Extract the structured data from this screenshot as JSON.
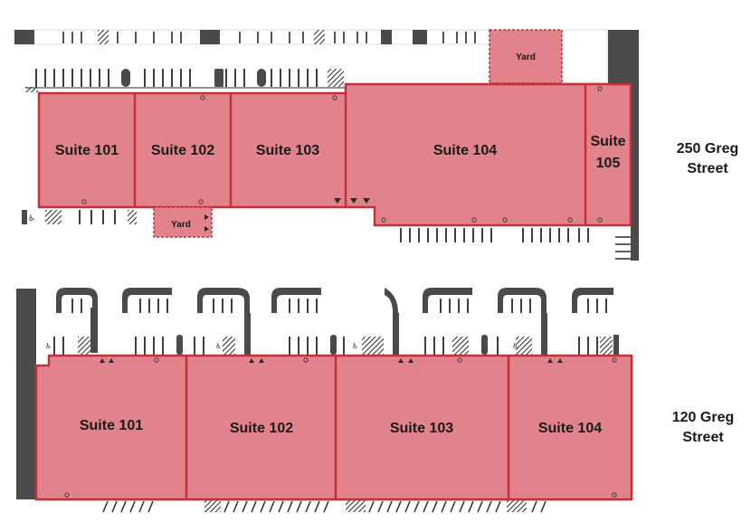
{
  "colors": {
    "suite_fill": "#e2828b",
    "wall": "#c3303c",
    "pavement": "#4a4a4a",
    "stripe": "#2a2a2a"
  },
  "building_250": {
    "name_line1": "250 Greg",
    "name_line2": "Street",
    "suites": [
      {
        "label": "Suite 101"
      },
      {
        "label": "Suite 102"
      },
      {
        "label": "Suite 103"
      },
      {
        "label": "Suite 104"
      },
      {
        "label_line1": "Suite",
        "label_line2": "105"
      }
    ],
    "yards": [
      {
        "label": "Yard"
      },
      {
        "label": "Yard"
      }
    ]
  },
  "building_120": {
    "name_line1": "120 Greg",
    "name_line2": "Street",
    "suites": [
      {
        "label": "Suite 101"
      },
      {
        "label": "Suite 102"
      },
      {
        "label": "Suite 103"
      },
      {
        "label": "Suite 104"
      }
    ]
  }
}
